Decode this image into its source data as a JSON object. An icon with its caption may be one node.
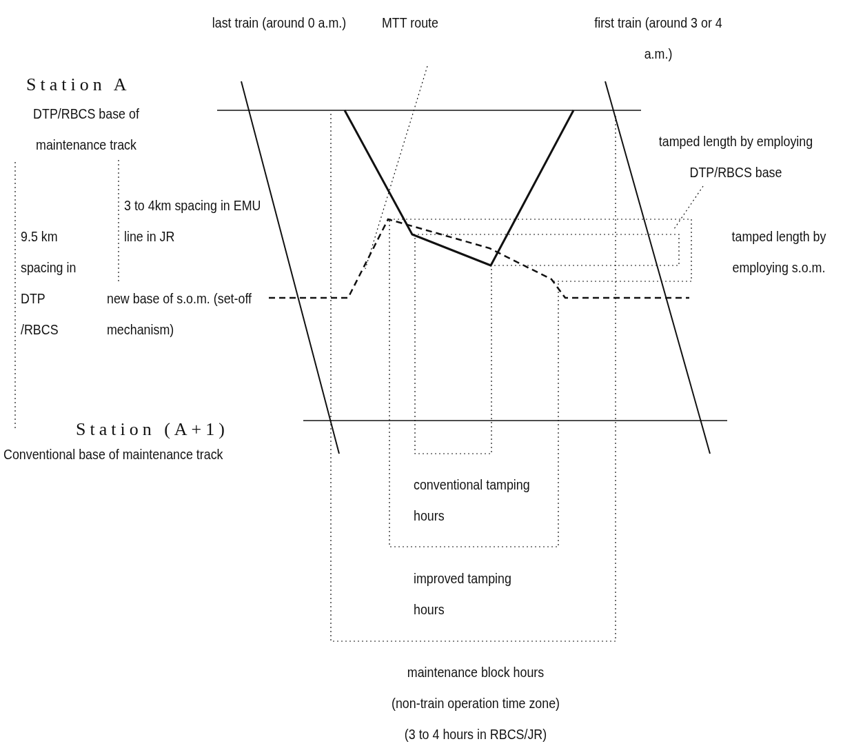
{
  "diagram": {
    "nodes": [
      {
        "text": [
          "MTT route"
        ]
      },
      {
        "text": [
          "tamped length by employing DTP/RBCS base"
        ]
      }
    ],
    "edges": [
      {
        "from": 0,
        "to": null,
        "arrow": "none"
      },
      {
        "from": 1,
        "to": null,
        "arrow": "none"
      }
    ],
    "labels": [
      "last train (around 0 a.m.)",
      "first train (around 3 or 4 a.m.)",
      "Station A",
      "DTP/RBCS base of maintenance track",
      "3 to 4km spacing in EMU line in JR",
      "9.5 km spacing in DTP /RBCS",
      "tamped length by employing s.o.m.",
      "new base of s.o.m. (set-off mechanism)",
      "Station (A+1)",
      "Conventional base of maintenance track",
      "conventional tamping hours",
      "improved tamping hours",
      "maintenance block hours",
      "(non-train operation time zone)",
      "(3 to 4 hours in RBCS/JR)"
    ]
  }
}
